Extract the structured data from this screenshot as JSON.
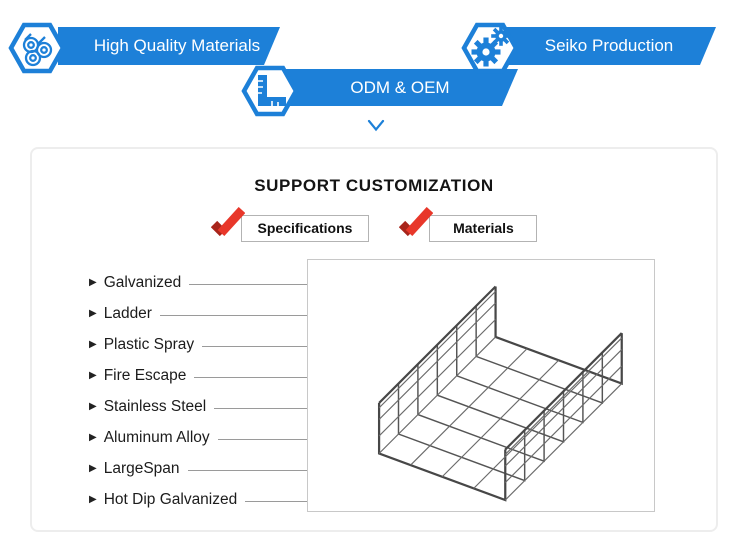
{
  "colors": {
    "primary_blue": "#1d80d8",
    "check_red": "#e8372a",
    "check_red_dark": "#a8251b"
  },
  "banners": [
    {
      "label": "High Quality Materials",
      "icon": "pipes-icon"
    },
    {
      "label": "ODM & OEM",
      "icon": "square-ruler-icon"
    },
    {
      "label": "Seiko Production",
      "icon": "gears-icon"
    }
  ],
  "divider": {
    "icon": "chevron-down-icon"
  },
  "card": {
    "title": "SUPPORT CUSTOMIZATION",
    "bullet": "▶",
    "tags": [
      {
        "label": "Specifications",
        "icon": "red-check-icon"
      },
      {
        "label": "Materials",
        "icon": "red-check-icon"
      }
    ],
    "options": [
      "Galvanized",
      "Ladder",
      "Plastic Spray",
      "Fire Escape",
      "Stainless Steel",
      "Aluminum Alloy",
      "LargeSpan",
      "Hot Dip Galvanized"
    ],
    "image": "wire-mesh-cable-tray-drawing"
  }
}
